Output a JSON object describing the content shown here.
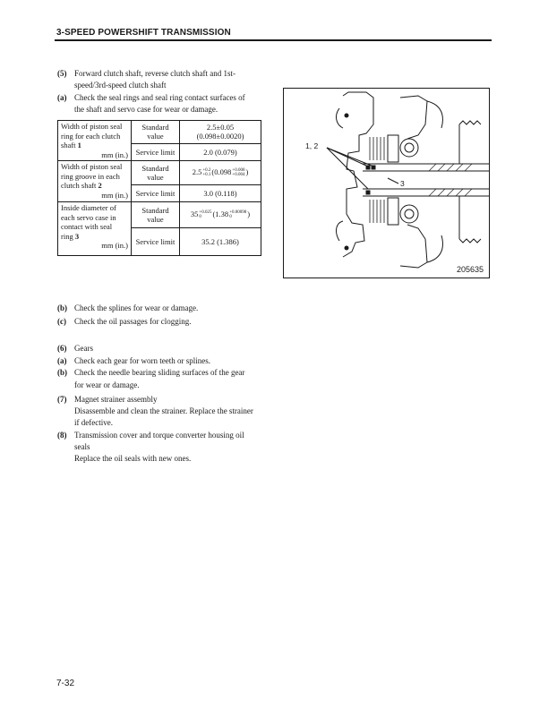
{
  "header": {
    "title": "3-SPEED POWERSHIFT TRANSMISSION"
  },
  "sec5": {
    "label": "(5)",
    "line1": "Forward clutch shaft, reverse clutch shaft and 1st-",
    "line2": "speed/3rd-speed clutch shaft",
    "a_label": "(a)",
    "a_line1": "Check the seal rings and seal ring contact surfaces of",
    "a_line2": "the shaft and servo case for wear or damage."
  },
  "spec_table": {
    "row1": {
      "item_lines": [
        "Width of piston seal",
        "ring for each clutch",
        "shaft "
      ],
      "item_ref": "1",
      "unit": "mm (in.)",
      "std_label": [
        "Standard",
        "value"
      ],
      "std_value_line1": "2.5±0.05",
      "std_value_line2": "(0.098±0.0020)",
      "limit_label": "Service limit",
      "limit_value": "2.0 (0.079)"
    },
    "row2": {
      "item_lines": [
        "Width of piston seal",
        "ring groove in each",
        "clutch shaft "
      ],
      "item_ref": "2",
      "unit": "mm (in.)",
      "std_label": [
        "Standard",
        "value"
      ],
      "std_base": "2.5",
      "std_tol_upper": "+0.2",
      "std_tol_lower": "+0.1",
      "std_inch_base": "(0.098",
      "std_inch_upper": "+0.008",
      "std_inch_lower": "+0.004",
      "std_close": ")",
      "limit_label": "Service limit",
      "limit_value": "3.0 (0.118)"
    },
    "row3": {
      "item_lines": [
        "Inside diameter of",
        "each servo case in",
        "contact with seal",
        "ring "
      ],
      "item_ref": "3",
      "unit": "mm (in.)",
      "std_label": [
        "Standard",
        "value"
      ],
      "std_base": "35",
      "std_tol_upper": "+0.025",
      "std_tol_lower": "0",
      "std_inch_base": "(1.38",
      "std_inch_upper": "+0.00098",
      "std_inch_lower": "0",
      "std_close": ")",
      "limit_label": "Service limit",
      "limit_value": "35.2 (1.386)"
    }
  },
  "figure": {
    "callout_12": "1, 2",
    "callout_3": "3",
    "number": "205635"
  },
  "sec5b": {
    "label": "(b)",
    "text": "Check the splines for wear or damage."
  },
  "sec5c": {
    "label": "(c)",
    "text": "Check the oil passages for clogging."
  },
  "sec6": {
    "label": "(6)",
    "text": "Gears",
    "a_label": "(a)",
    "a_text": "Check each gear for worn teeth or splines.",
    "b_label": "(b)",
    "b_line1": "Check the needle bearing sliding surfaces of the gear",
    "b_line2": "for wear or damage."
  },
  "sec7": {
    "label": "(7)",
    "text": "Magnet strainer assembly",
    "line2": "Disassemble and clean the strainer. Replace the strainer",
    "line3": "if defective."
  },
  "sec8": {
    "label": "(8)",
    "line1": "Transmission cover and torque converter housing oil",
    "line2": "seals",
    "line3": "Replace the oil seals with new ones."
  },
  "footer": {
    "page": "7-32"
  }
}
